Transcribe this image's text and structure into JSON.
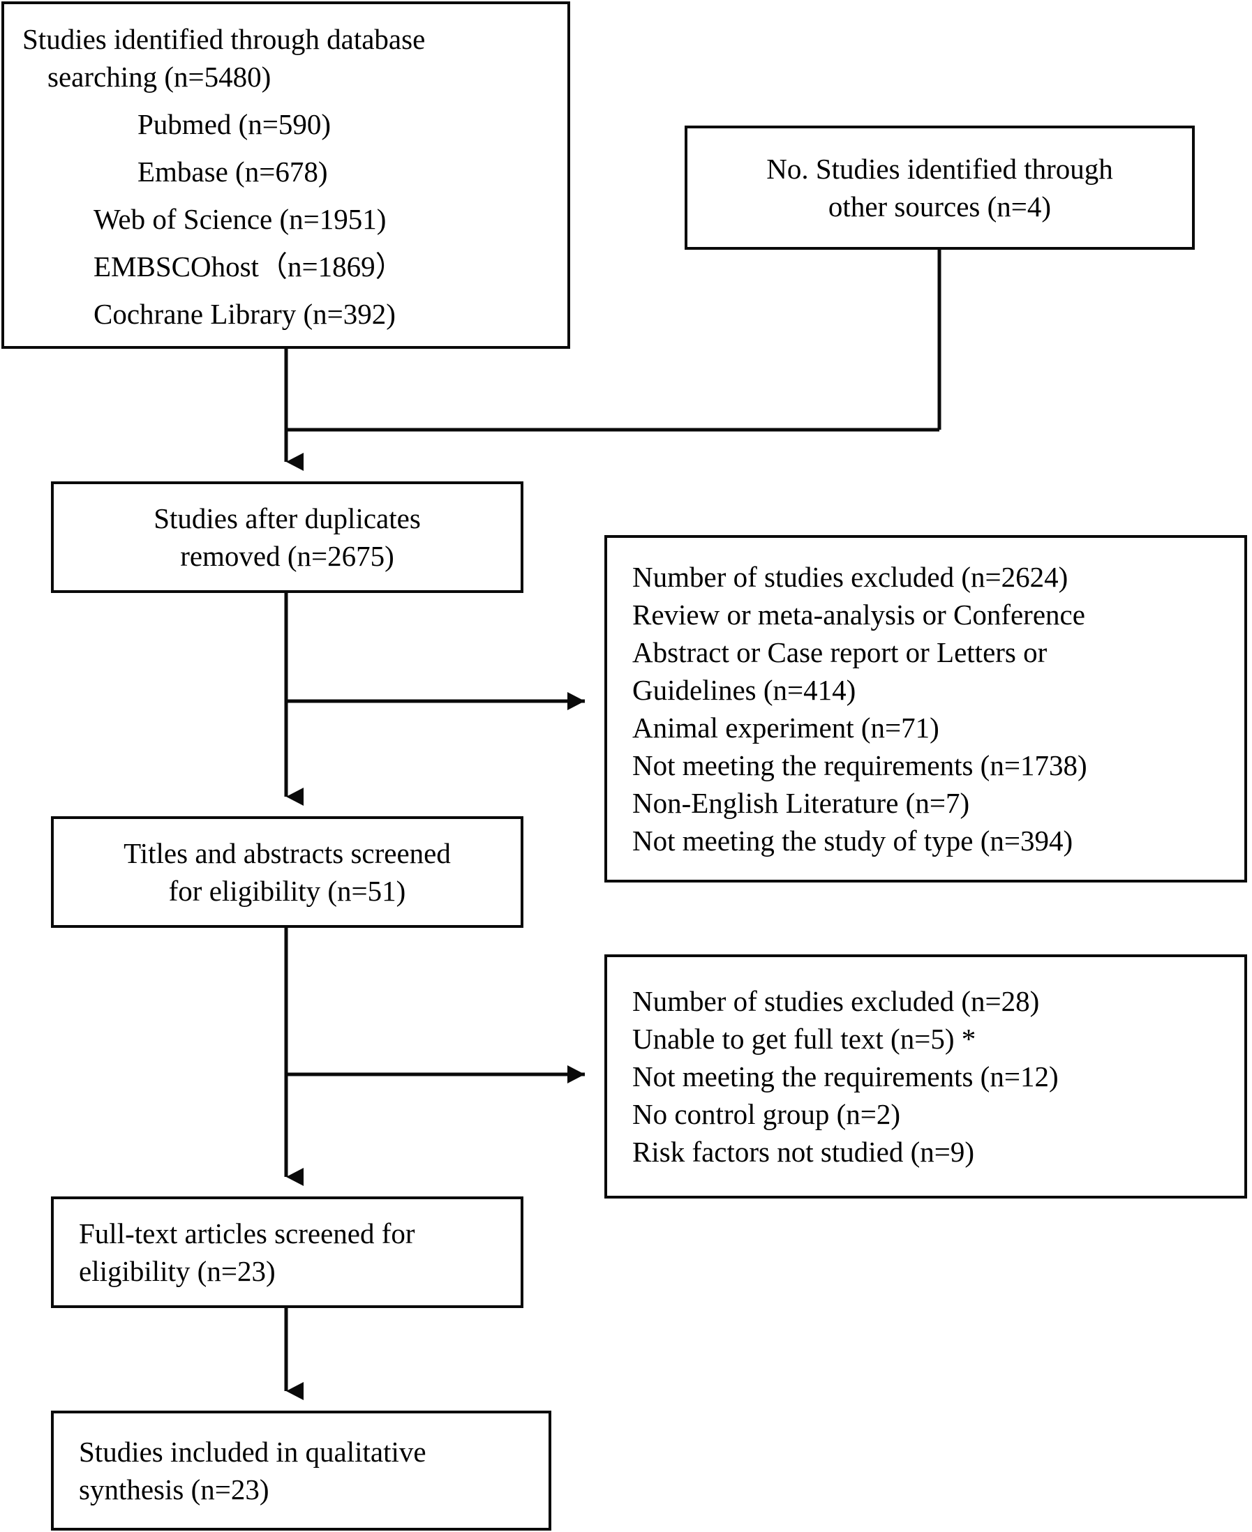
{
  "diagram": {
    "type": "prisma-flow-diagram",
    "title": "",
    "boxes": {
      "identification_database": {
        "lines": [
          "Studies identified through database",
          "searching (n=5480)",
          "Pubmed (n=590)",
          "Embase (n=678)",
          "Web of Science (n=1951)",
          "EMBSCOhost（n=1869）",
          "Cochrane Library (n=392)"
        ]
      },
      "identification_other": {
        "lines": [
          "No. Studies identified through",
          "other sources (n=4)"
        ]
      },
      "duplicates_removed": {
        "lines": [
          "Studies after duplicates",
          "removed (n=2675)"
        ]
      },
      "excluded_screening": {
        "lines": [
          "Number of studies excluded (n=2624)",
          "Review or meta-analysis or Conference",
          "Abstract or Case report or Letters or",
          "Guidelines (n=414)",
          "Animal experiment (n=71)",
          "Not meeting the requirements (n=1738)",
          "Non-English Literature (n=7)",
          "Not meeting the study of type (n=394)"
        ]
      },
      "titles_abstracts_screened": {
        "lines": [
          "Titles and abstracts screened",
          "for eligibility (n=51)"
        ]
      },
      "excluded_fulltext": {
        "lines": [
          "Number of studies excluded (n=28)",
          "Unable to get full text (n=5) *",
          "Not meeting the requirements (n=12)",
          "No control group (n=2)",
          "Risk factors not studied (n=9)"
        ]
      },
      "fulltext_screened": {
        "lines": [
          "Full-text articles screened for",
          "eligibility (n=23)"
        ]
      },
      "included_qualitative": {
        "lines": [
          "Studies included in qualitative",
          "synthesis (n=23)"
        ]
      }
    },
    "counts": {
      "database_total": 5480,
      "pubmed": 590,
      "embase": 678,
      "web_of_science": 1951,
      "embscohost": 1869,
      "cochrane_library": 392,
      "other_sources": 4,
      "after_duplicates": 2675,
      "excluded_screening_total": 2624,
      "excluded_review_meta_conference_abstract_case_letters_guidelines": 414,
      "excluded_animal_experiment": 71,
      "excluded_not_meeting_requirements": 1738,
      "excluded_non_english": 7,
      "excluded_not_meeting_study_type": 394,
      "titles_abstracts_screened": 51,
      "excluded_fulltext_total": 28,
      "excluded_unable_full_text": 5,
      "excluded_fulltext_not_meeting_requirements": 12,
      "excluded_no_control_group": 2,
      "excluded_risk_factors_not_studied": 9,
      "fulltext_screened": 23,
      "included_qualitative": 23
    },
    "colors": {
      "stroke": "#0a0a0a",
      "background": "#ffffff",
      "text": "#000000"
    }
  }
}
